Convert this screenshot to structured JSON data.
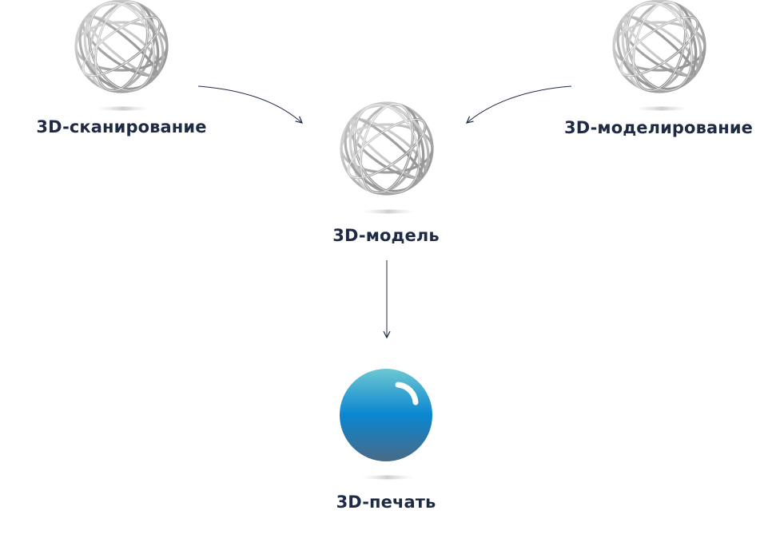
{
  "nodes": {
    "scanning": {
      "label": "3D-сканирование",
      "icon": "wireframe-sphere-icon"
    },
    "modeling": {
      "label": "3D-моделирование",
      "icon": "wireframe-sphere-icon"
    },
    "model": {
      "label": "3D-модель",
      "icon": "wireframe-sphere-icon"
    },
    "print": {
      "label": "3D-печать",
      "icon": "solid-sphere-icon"
    }
  },
  "edges": [
    {
      "from": "scanning",
      "to": "model"
    },
    {
      "from": "modeling",
      "to": "model"
    },
    {
      "from": "model",
      "to": "print"
    }
  ],
  "colors": {
    "label": "#1f2b45",
    "arrow": "#1f2b45",
    "wireframe": "#a9a9a9",
    "sphere_top": "#6ec8d2",
    "sphere_mid": "#0a86d0",
    "sphere_bottom": "#4a6a86"
  }
}
